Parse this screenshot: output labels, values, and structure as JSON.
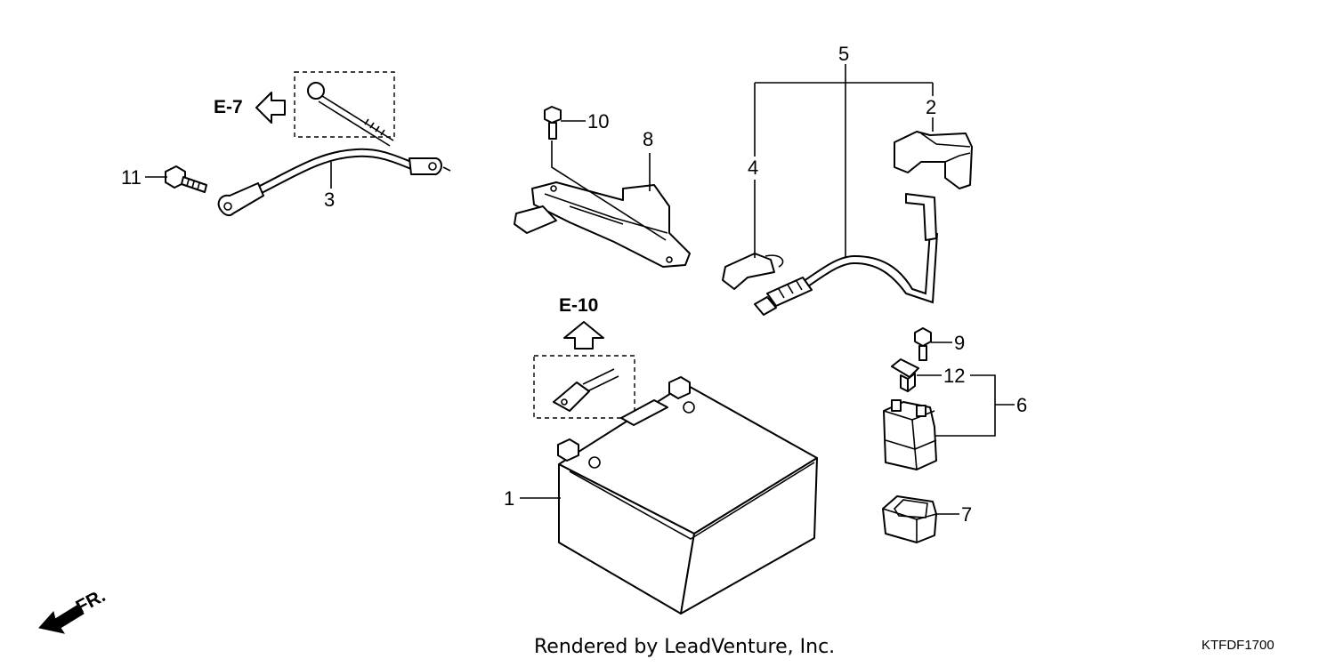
{
  "diagram": {
    "callouts": {
      "c1": "1",
      "c2": "2",
      "c3": "3",
      "c4": "4",
      "c5": "5",
      "c6": "6",
      "c7": "7",
      "c8": "8",
      "c9": "9",
      "c10": "10",
      "c11": "11",
      "c12": "12"
    },
    "references": {
      "e7": "E-7",
      "e10": "E-10"
    },
    "direction_label": "FR.",
    "credit": "Rendered by LeadVenture, Inc.",
    "diagram_code": "KTFDF1700"
  }
}
